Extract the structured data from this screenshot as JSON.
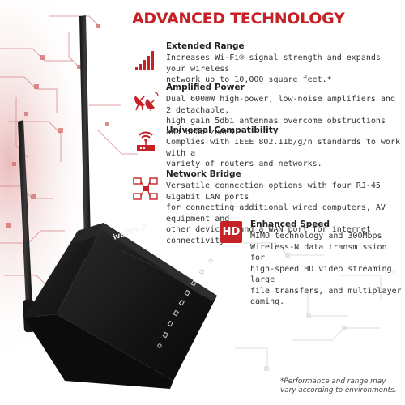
{
  "headline": "ADVANCED TECHNOLOGY",
  "brand": "ivation",
  "accent_color": "#c62127",
  "features": [
    {
      "icon": "signal-bars-icon",
      "title": "Extended Range",
      "lines": [
        "Increases Wi-Fi® signal strength and expands your wireless",
        "network up to 10,000 square feet.*"
      ]
    },
    {
      "icon": "antenna-dishes-icon",
      "title": "Amplified Power",
      "lines": [
        "Dual 600mW high-power, low-noise amplifiers and 2 detachable,",
        "high gain 5dbi antennas overcome obstructions and dead zones."
      ]
    },
    {
      "icon": "wireless-router-icon",
      "title": "Universal Compatibility",
      "lines": [
        "Complies with IEEE 802.11b/g/n standards to work with a",
        "variety of routers and networks."
      ]
    },
    {
      "icon": "network-bridge-icon",
      "title": "Network Bridge",
      "lines": [
        "Versatile connection options with four RJ-45 Gigabit LAN ports",
        "for connecting additional wired computers, AV equipment and",
        "other devices, and a WAN port for internet connectivity."
      ]
    },
    {
      "icon": "hd-icon",
      "badge": "HD",
      "title": "Enhanced Speed",
      "lines": [
        "MIMO technology and 300Mbps",
        "Wireless-N data transmission for",
        "high-speed HD video streaming, large",
        "file transfers, and multiplayer gaming."
      ]
    }
  ],
  "footnote": [
    "*Performance and range may",
    "vary according to environments."
  ]
}
